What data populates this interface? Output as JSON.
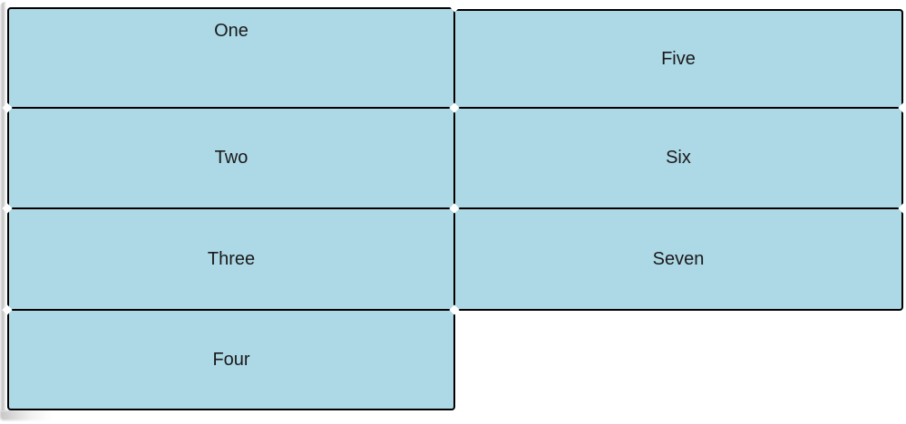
{
  "tiles": [
    {
      "label": "One"
    },
    {
      "label": "Two"
    },
    {
      "label": "Three"
    },
    {
      "label": "Four"
    },
    {
      "label": "Five"
    },
    {
      "label": "Six"
    },
    {
      "label": "Seven"
    }
  ],
  "colors": {
    "tile_fill": "#add8e6",
    "tile_border": "#000000",
    "tile_text": "#1a1a1a",
    "page_background": "#ffffff",
    "edge_shadow": "#c3c3c3"
  }
}
